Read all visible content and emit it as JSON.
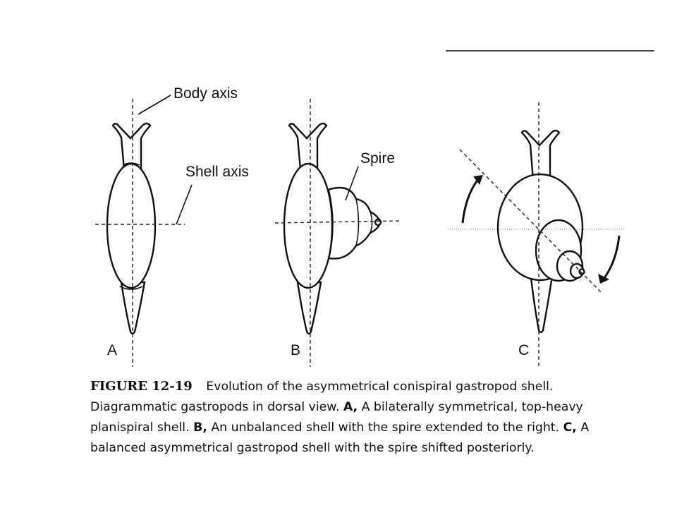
{
  "labels": {
    "body_axis": "Body axis",
    "shell_axis": "Shell axis",
    "spire": "Spire",
    "panel_a": "A",
    "panel_b": "B",
    "panel_c": "C"
  },
  "caption": {
    "figure_number": "FIGURE 12-19",
    "intro": "Evolution of the asymmetrical conispiral gastropod shell. Diagrammatic gastropods in dorsal view.",
    "a_marker": "A,",
    "a_text": "A bilaterally symmetrical, top-heavy planispiral shell.",
    "b_marker": "B,",
    "b_text": "An unbalanced shell with the spire extended to the right.",
    "c_marker": "C,",
    "c_text": "A balanced asymmetrical gastropod shell with the spire shifted posteriorly."
  }
}
